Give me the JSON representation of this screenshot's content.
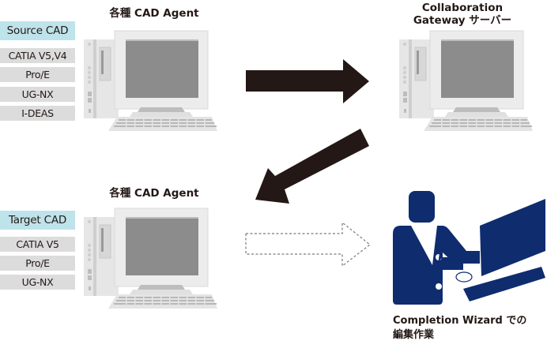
{
  "source_group": {
    "agent_title": "各種 CAD Agent",
    "header": "Source CAD",
    "items": [
      "CATIA V5,V4",
      "Pro/E",
      "UG-NX",
      "I-DEAS"
    ]
  },
  "gateway": {
    "title_line1": "Collaboration",
    "title_line2": "Gateway サーバー"
  },
  "target_group": {
    "agent_title": "各種 CAD Agent",
    "header": "Target CAD",
    "items": [
      "CATIA V5",
      "Pro/E",
      "UG-NX"
    ]
  },
  "wizard": {
    "caption_line1": "Completion Wizard での",
    "caption_line2": "編集作業"
  },
  "colors": {
    "header_bg": "#bfe3ea",
    "row_bg": "#dcdcdd",
    "arrow": "#231815",
    "figure": "#0f2c6f"
  }
}
